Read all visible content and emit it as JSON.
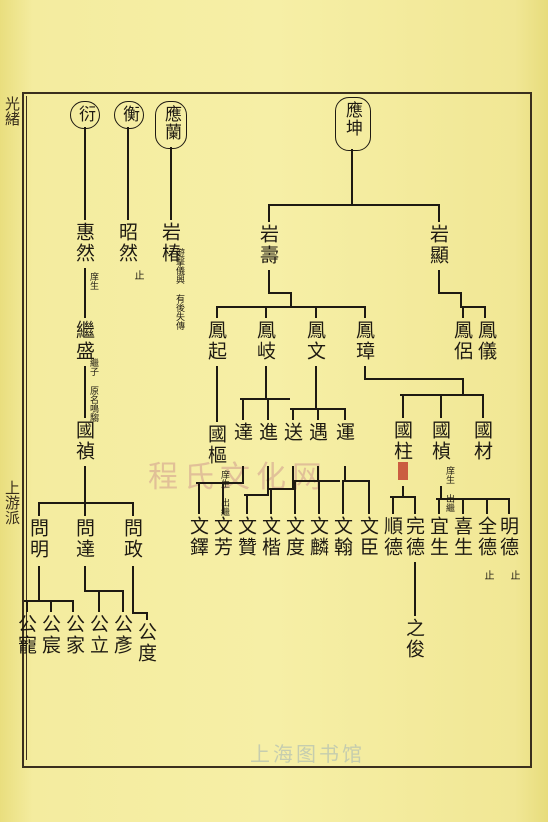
{
  "roots": {
    "yingkun": "應坤",
    "yingzhen": "應蘭",
    "heng": "衡",
    "xing": "衍"
  },
  "gen2": {
    "yanshou": "岩壽",
    "yanxian": "岩顯",
    "yanchun": "岩椿",
    "yanchun_note": "遊擊儀興 有後失傳",
    "zhaoran": "昭然",
    "zhaoran_end": "止",
    "huiran": "惠然",
    "huiran_note": "庠生",
    "jisheng": "繼盛",
    "jisheng_note": "繼子 原名鳴騶"
  },
  "gen3": {
    "fengqi": "鳳起",
    "fengqi2": "鳳岐",
    "fengwen": "鳳文",
    "fengzhang": "鳳璋",
    "fenglu": "鳳侶",
    "fengyi": "鳳儀",
    "guozhen": "國禎"
  },
  "gen4": {
    "guoshu": "國樞",
    "guoshu_note": "庠生 出繼",
    "da": "達",
    "jin": "進",
    "song": "送",
    "yu": "遇",
    "yun": "運",
    "guozhu": "國柱",
    "guozhen2": "國楨",
    "guozhen2_note": "庠生 出繼",
    "guocai": "國材",
    "wenming": "問明",
    "wenda": "問達",
    "wenzheng": "問政"
  },
  "gen5": {
    "wenyi": "文鐸",
    "wenfang": "文芳",
    "wenzan": "文贊",
    "wenkai": "文楷",
    "wendu": "文度",
    "wenlin": "文麟",
    "wenhan": "文翰",
    "wenchen": "文臣",
    "shunde": "順德",
    "wande": "完德",
    "yisheng": "宜生",
    "xisheng": "喜生",
    "quande": "全德",
    "quande_end": "止",
    "mingde": "明德",
    "mingde_end": "止",
    "gongchong": "公寵",
    "gongchen": "公宸",
    "gongjia": "公家",
    "gongli": "公立",
    "gongyan": "公彥",
    "gongdu": "公度"
  },
  "gen6": {
    "zhijun": "之俊"
  },
  "margin": {
    "top_chars": "光緒",
    "bottom_chars": "上游派"
  },
  "watermark": {
    "site": "程氏文化网",
    "library": "上海图书馆"
  },
  "colors": {
    "paper": "#f5eda3",
    "ink": "#1e1a12",
    "stamp": "#c0392b"
  }
}
